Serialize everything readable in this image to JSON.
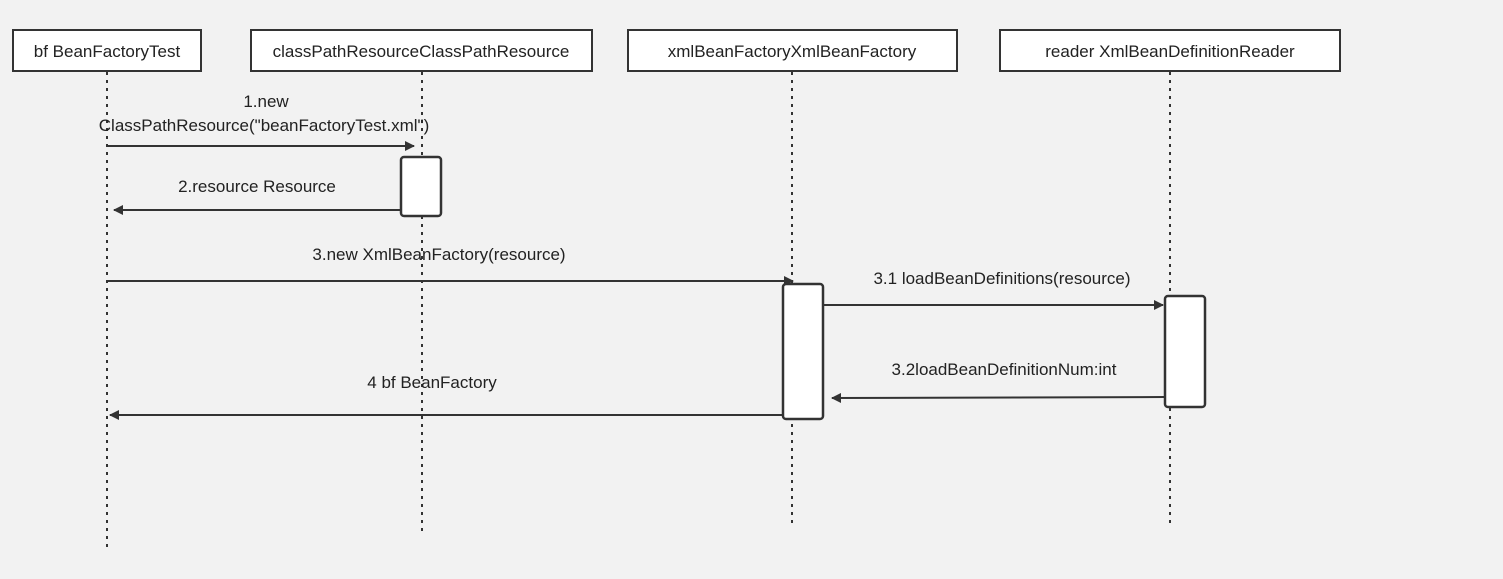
{
  "participants": [
    {
      "id": "bf",
      "label": "bf BeanFactoryTest"
    },
    {
      "id": "cpr",
      "label": "classPathResourceClassPathResource"
    },
    {
      "id": "xbf",
      "label": "xmlBeanFactoryXmlBeanFactory"
    },
    {
      "id": "reader",
      "label": "reader XmlBeanDefinitionReader"
    }
  ],
  "messages": [
    {
      "id": "m1",
      "label_line1": "1.new",
      "label_line2": "ClassPathResource(\"beanFactoryTest.xml\")"
    },
    {
      "id": "m2",
      "label": "2.resource Resource"
    },
    {
      "id": "m3",
      "label": "3.new XmlBeanFactory(resource)"
    },
    {
      "id": "m31",
      "label": "3.1 loadBeanDefinitions(resource)"
    },
    {
      "id": "m32",
      "label": "3.2loadBeanDefinitionNum:int"
    },
    {
      "id": "m4",
      "label": "4 bf BeanFactory"
    }
  ],
  "colors": {
    "background": "#f2f2f2",
    "line": "#333333",
    "box_fill": "#ffffff",
    "text": "#222222"
  }
}
